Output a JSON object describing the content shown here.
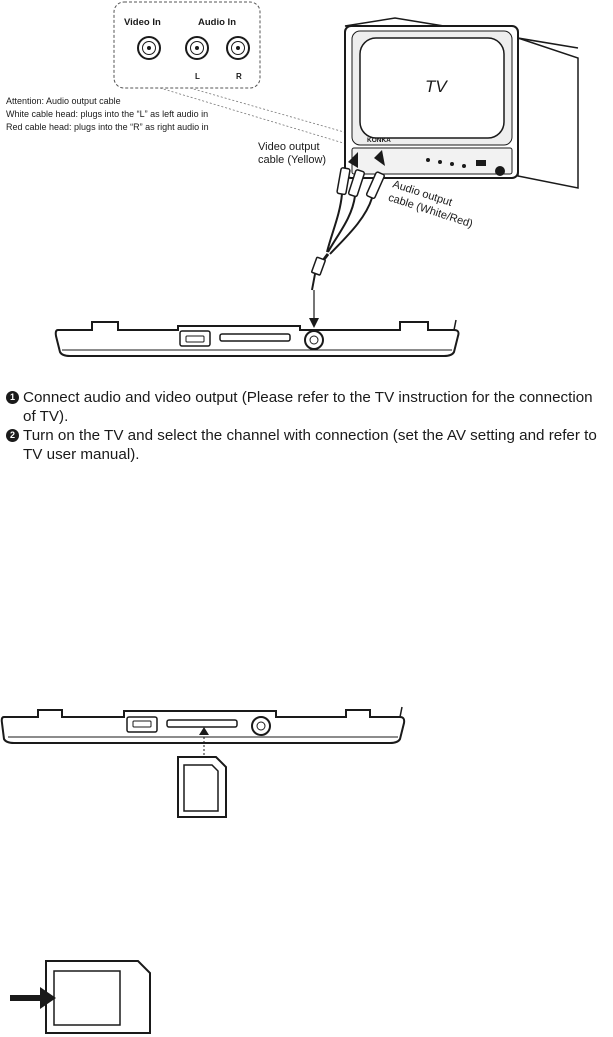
{
  "diagram": {
    "port_labels": {
      "video_in": "Video In",
      "audio_in": "Audio In",
      "left": "L",
      "right": "R"
    },
    "attention": {
      "line1": "Attention: Audio output cable",
      "line2": "White cable head: plugs into the “L” as left audio in",
      "line3": "Red cable head: plugs into the “R” as right audio in"
    },
    "tv_label": "TV",
    "video_cable": {
      "line1": "Video output",
      "line2": "cable (Yellow)"
    },
    "audio_cable": {
      "line1": "Audio output",
      "line2": "cable (White/Red)"
    },
    "tv_brand": "KONKA"
  },
  "steps": [
    {
      "marker": "1",
      "text": "Connect audio and video output (Please refer to the TV instruction for the connection of TV)."
    },
    {
      "marker": "2",
      "text": "Turn on the TV and select the channel with connection (set the AV setting and refer to TV user manual)."
    }
  ]
}
